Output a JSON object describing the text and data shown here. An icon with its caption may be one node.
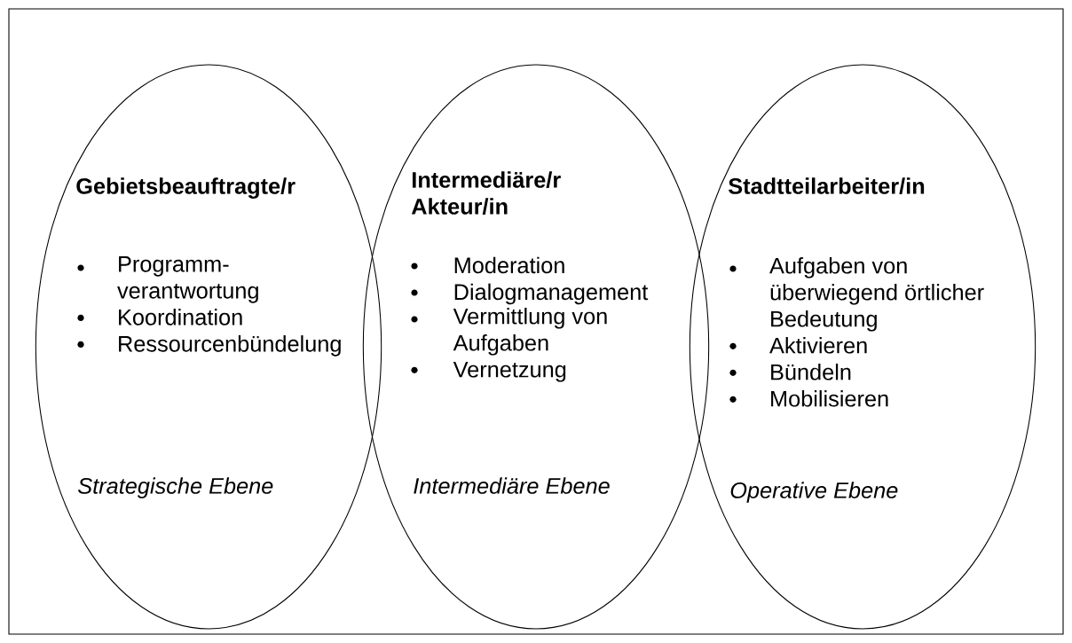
{
  "diagram": {
    "nodes": [
      {
        "text": [
          "Gebietsbeauftragte/r",
          "Programm- verantwortung",
          "Koordination",
          "Ressourcenbündelung",
          "Strategische Ebene"
        ]
      },
      {
        "text": [
          "Intermediäre/r Akteur/in",
          "Moderation",
          "Dialogmanagement",
          "Vermittlung von Aufgaben",
          "Vernetzung",
          "Intermediäre Ebene"
        ]
      },
      {
        "text": [
          "Stadtteilarbeiter/in",
          "Aufgaben von überwiegend örtlicher Bedeutung",
          "Aktivieren",
          "Bündeln",
          "Mobilisieren",
          "Operative Ebene"
        ]
      }
    ]
  }
}
